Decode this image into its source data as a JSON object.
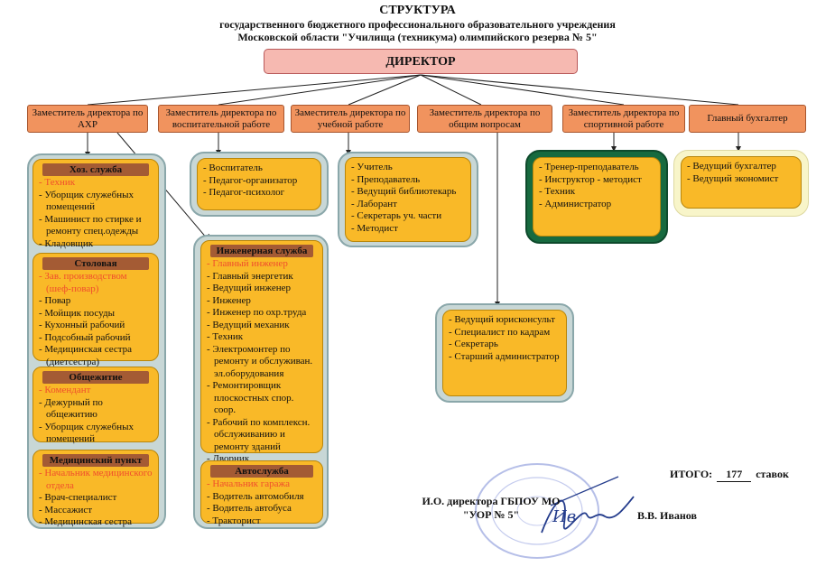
{
  "title": {
    "line1": "СТРУКТУРА",
    "line2": "государственного бюджетного профессионального образовательного учреждения",
    "line3": "Московской области \"Училища (техникума) олимпийского резерва № 5\""
  },
  "director": "ДИРЕКТОР",
  "departments": [
    {
      "label": "Заместитель директора по АХР"
    },
    {
      "label": "Заместитель директора по воспитательной работе"
    },
    {
      "label": "Заместитель директора по учебной работе"
    },
    {
      "label": "Заместитель директора по общим вопросам"
    },
    {
      "label": "Заместитель директора по спортивной работе"
    },
    {
      "label": "Главный бухгалтер"
    }
  ],
  "groups": {
    "hoz": {
      "title": "Хоз. служба",
      "items": [
        "Техник",
        "Уборщик служебных помещений",
        "Машинист по стирке и ремонту спец.одежды",
        "Кладовщик"
      ]
    },
    "stolovaya": {
      "title": "Столовая",
      "items": [
        "Зав. производством (шеф-повар)",
        "Повар",
        "Мойщик посуды",
        "Кухонный рабочий",
        "Подсобный рабочий",
        "Медицинская сестра (диетсестра)"
      ]
    },
    "obsh": {
      "title": "Общежитие",
      "items": [
        "Комендант",
        "Дежурный по общежитию",
        "Уборщик служебных помещений"
      ]
    },
    "med": {
      "title": "Медицинский пункт",
      "items": [
        "Начальник медицинского отдела",
        "Врач-специалист",
        "Массажист",
        "Медицинская сестра"
      ]
    },
    "vosp": {
      "items": [
        "Воспитатель",
        "Педагог-организатор",
        "Педагог-психолог"
      ]
    },
    "uch": {
      "items": [
        "Учитель",
        "Преподаватель",
        "Ведущий библиотекарь",
        "Лаборант",
        "Секретарь уч. части",
        "Методист"
      ]
    },
    "eng": {
      "title": "Инженерная служба",
      "items": [
        "Главный инженер",
        "Главный энергетик",
        "Ведущий инженер",
        "Инженер",
        "Инженер по охр.труда",
        "Ведущий механик",
        "Техник",
        "Электромонтер по ремонту и обслуживан. эл.оборудования",
        "Ремонтировщик плоскостных спор. соор.",
        "Рабочий по комплексн. обслуживанию и ремонту зданий",
        "Дворник"
      ]
    },
    "auto": {
      "title": "Автослужба",
      "items": [
        "Начальник гаража",
        "Водитель автомобиля",
        "Водитель автобуса",
        "Тракторист"
      ]
    },
    "obsh_vopr": {
      "items": [
        "Ведущий юрисконсульт",
        "Специалист по кадрам",
        "Секретарь",
        "Старший администратор"
      ]
    },
    "sport": {
      "items": [
        "Тренер-преподаватель",
        "Инструктор - методист",
        "Техник",
        "Администратор"
      ]
    },
    "buh": {
      "items": [
        "Ведущий бухгалтер",
        "Ведущий экономист"
      ]
    }
  },
  "red_items": [
    "Техник",
    "Зав. производством (шеф-повар)",
    "Комендант",
    "Начальник медицинского отдела",
    "Главный инженер",
    "Начальник гаража"
  ],
  "footer": {
    "total_label": "ИТОГО:",
    "total_value": "177",
    "total_unit": "ставок",
    "signer_line1": "И.О. директора ГБПОУ МО",
    "signer_line2": "\"УОР № 5\"",
    "signer_name": "В.В. Иванов",
    "signature_text": "Ив"
  },
  "colors": {
    "director_fill": "#f6b9b1",
    "department_fill": "#f1935e",
    "box_fill": "#f9b928",
    "header_fill": "#a45b34",
    "red_text": "#f04e2c",
    "outer_blue": "#c8d7d6",
    "outer_green": "#176a3f",
    "outer_yellow": "#f8f5c9",
    "stamp": "#6b7fd0"
  }
}
